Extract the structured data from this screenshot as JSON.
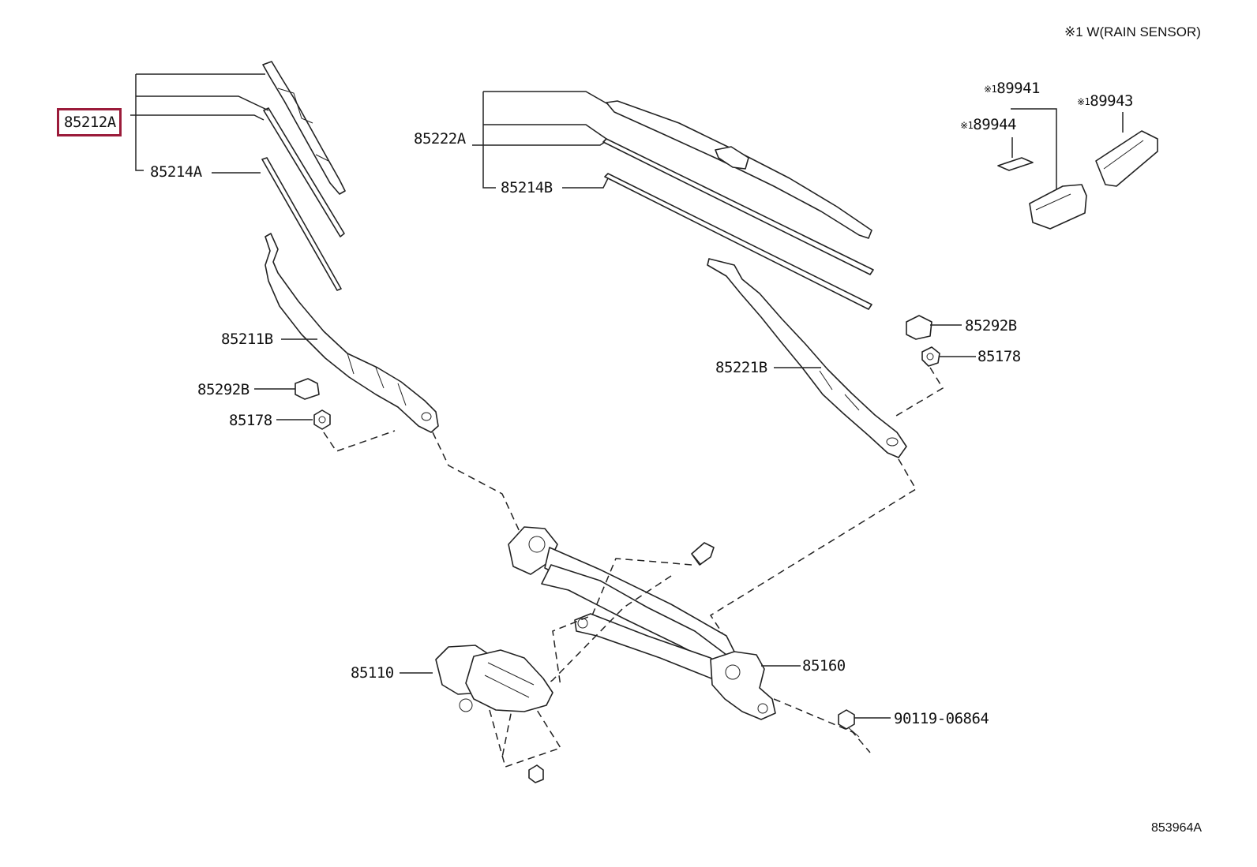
{
  "note": "※1 W(RAIN SENSOR)",
  "diagram_id": "853964A",
  "selected_part": "85212A",
  "colors": {
    "highlight": "#9b1b3a",
    "line": "#222222"
  },
  "parts": {
    "p85212A": "85212A",
    "p85214A": "85214A",
    "p85222A": "85222A",
    "p85214B": "85214B",
    "p85211B": "85211B",
    "p85292B_left": "85292B",
    "p85178_left": "85178",
    "p85221B": "85221B",
    "p85292B_right": "85292B",
    "p85178_right": "85178",
    "p85110": "85110",
    "p85160": "85160",
    "p90119": "90119-06864",
    "p89941": "89941",
    "p89944": "89944",
    "p89943": "89943",
    "mark": "※1"
  }
}
